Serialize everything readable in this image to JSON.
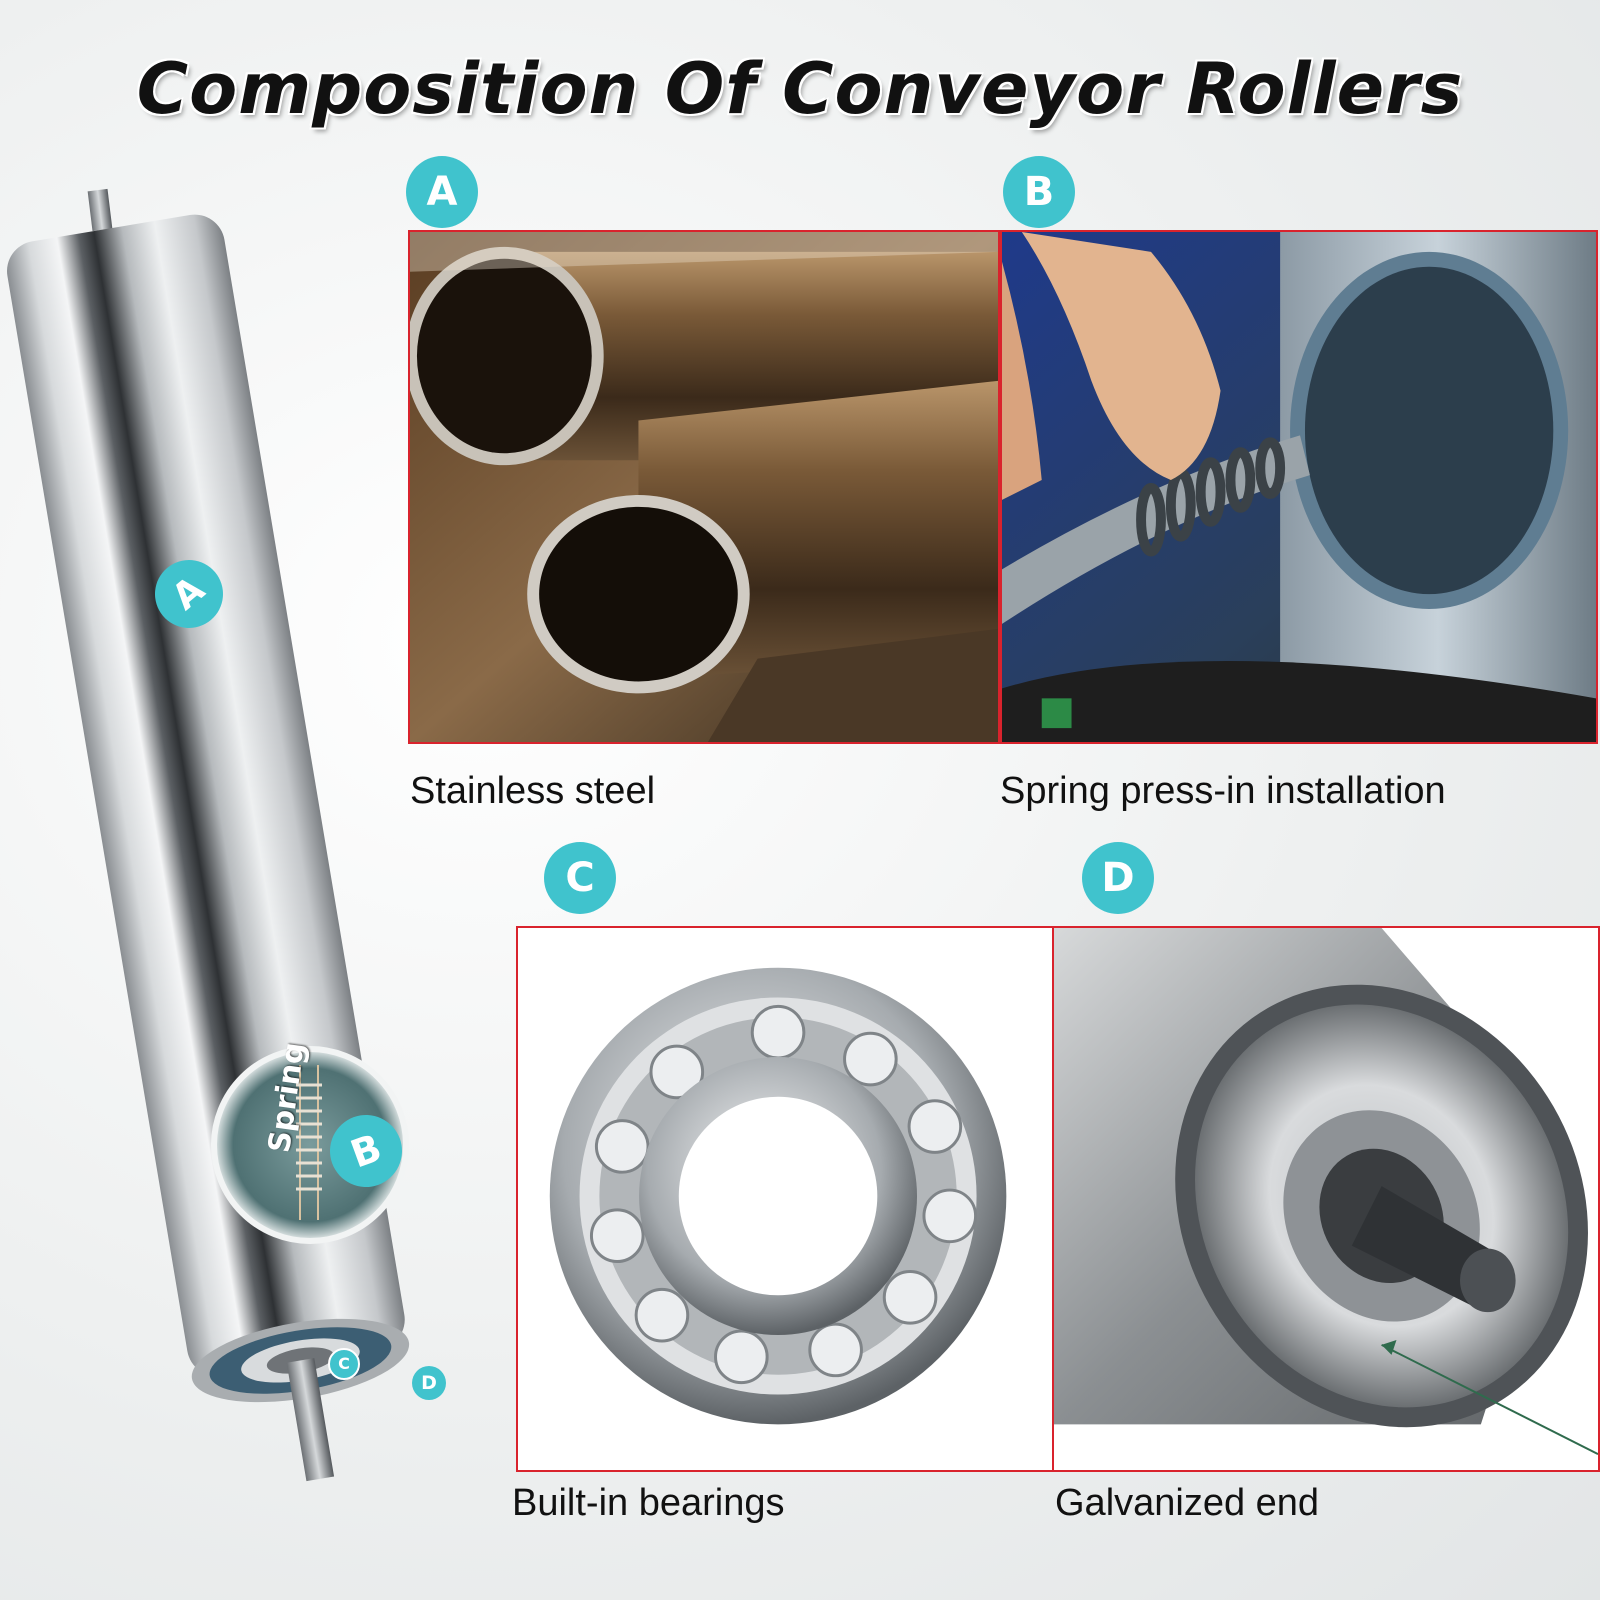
{
  "title": "Composition Of Conveyor Rollers",
  "panels": [
    {
      "badge": "A",
      "caption": "Stainless steel"
    },
    {
      "badge": "B",
      "caption": "Spring press-in installation"
    },
    {
      "badge": "C",
      "caption": "Built-in bearings"
    },
    {
      "badge": "D",
      "caption": "Galvanized end"
    }
  ],
  "roller": {
    "label_a": "A",
    "label_b": "B",
    "label_c": "C",
    "label_d": "D",
    "spring_text": "Spring"
  },
  "colors": {
    "badge": "#40c3cd",
    "frame": "#d9232d"
  }
}
